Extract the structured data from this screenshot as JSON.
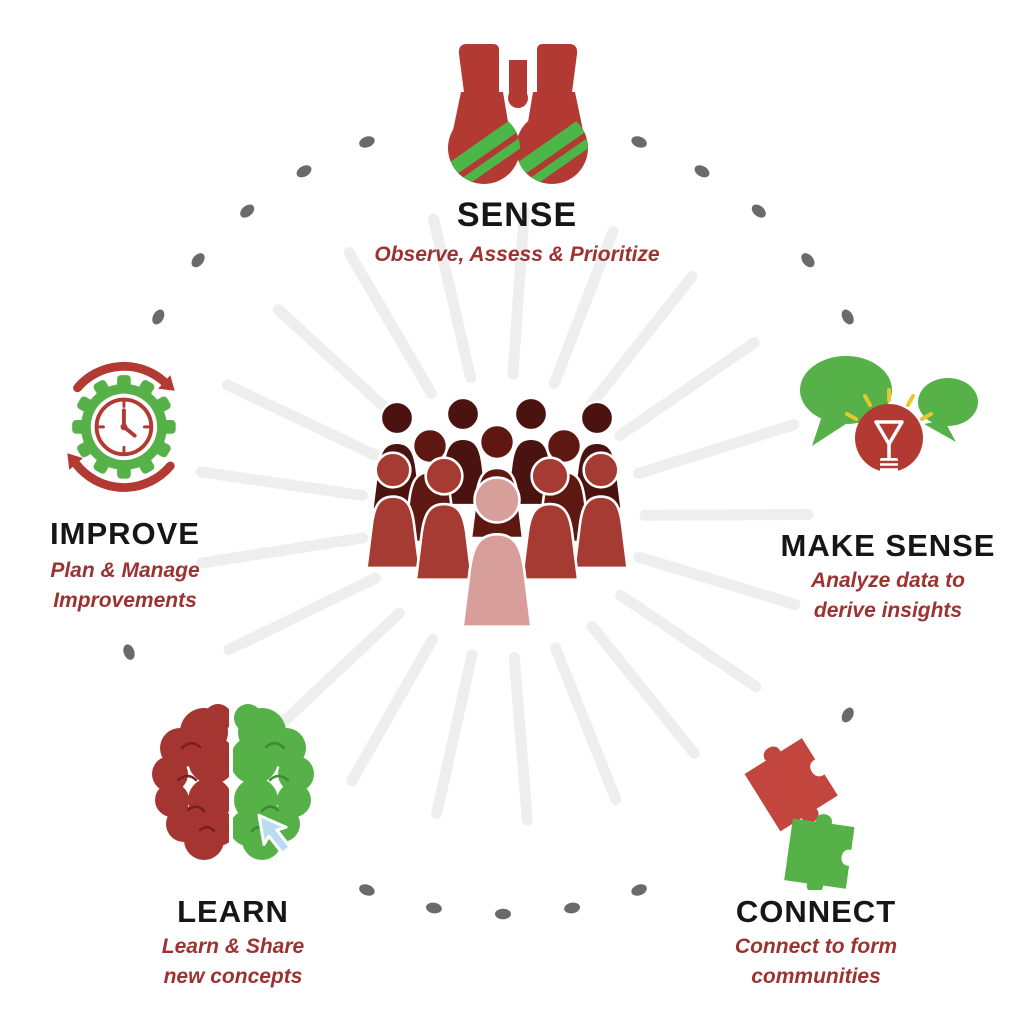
{
  "diagram": {
    "center": {
      "icon": "people-crowd"
    },
    "nodes": [
      {
        "id": "sense",
        "title": "SENSE",
        "subtitle": "Observe, Assess & Prioritize",
        "icon": "binoculars"
      },
      {
        "id": "make-sense",
        "title": "MAKE SENSE",
        "subtitle": "Analyze data to\nderive insights",
        "icon": "lightbulb-speech-bubbles"
      },
      {
        "id": "connect",
        "title": "CONNECT",
        "subtitle": "Connect to form\ncommunities",
        "icon": "puzzle-pieces"
      },
      {
        "id": "learn",
        "title": "LEARN",
        "subtitle": "Learn & Share\nnew concepts",
        "icon": "brain-with-cursor"
      },
      {
        "id": "improve",
        "title": "IMPROVE",
        "subtitle": "Plan & Manage\nImprovements",
        "icon": "gear-clock-refresh"
      }
    ],
    "colors": {
      "title_text": "#161616",
      "subtitle_text": "#9d3331",
      "dot": "#6a6a6a",
      "ray": "#eeeeee",
      "icon_red": "#b23a33",
      "icon_dark_red": "#a53530",
      "puzzle_red": "#c2463e",
      "icon_green": "#56b148",
      "stripe_green": "#4db648",
      "cursor_blue": "#badcf0",
      "spark_yellow": "#e7c62e",
      "people_back": "#4a1310",
      "people_mid": "#5f1712",
      "people_front": "#a63b33",
      "people_center": "#d89e99"
    }
  }
}
